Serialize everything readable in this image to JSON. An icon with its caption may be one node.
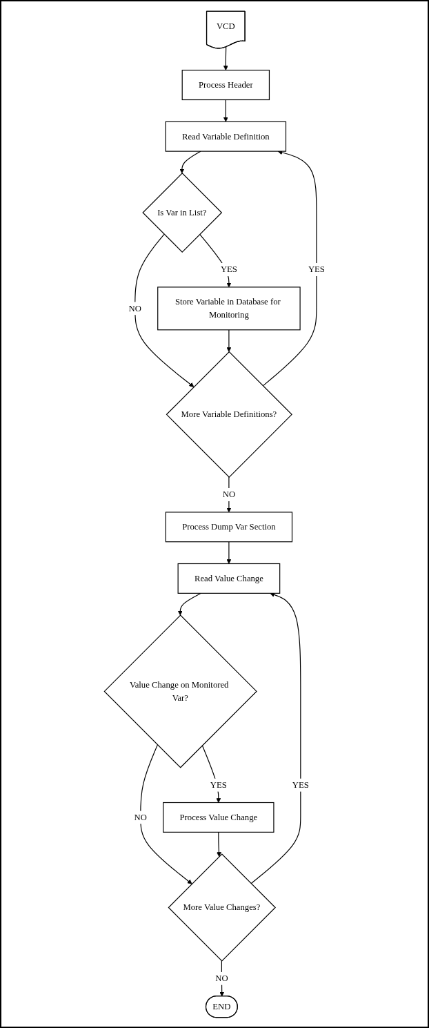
{
  "diagram": {
    "nodes": [
      {
        "text": [
          "VCD"
        ]
      },
      {
        "text": [
          "Process Header"
        ]
      },
      {
        "text": [
          "Read Variable Definition"
        ]
      },
      {
        "text": [
          "Is Var in List?"
        ]
      },
      {
        "text": [
          "Store Variable in Database for Monitoring"
        ]
      },
      {
        "text": [
          "More Variable Definitions?"
        ]
      },
      {
        "text": [
          "Process Dump Var Section"
        ]
      },
      {
        "text": [
          "Read Value Change"
        ]
      },
      {
        "text": [
          "Value Change on Monitored Var?"
        ]
      },
      {
        "text": [
          "Process Value Change"
        ]
      },
      {
        "text": [
          "More Value Changes?"
        ]
      },
      {
        "text": [
          "END"
        ]
      }
    ],
    "edges": [
      {
        "from": 0,
        "to": 1,
        "arrow": "to"
      },
      {
        "from": 1,
        "to": 2,
        "arrow": "to"
      },
      {
        "from": 2,
        "to": 3,
        "arrow": "to"
      },
      {
        "from": 3,
        "to": 4,
        "label": "YES",
        "arrow": "to"
      },
      {
        "from": 3,
        "to": 5,
        "label": "NO",
        "arrow": "to"
      },
      {
        "from": 4,
        "to": 5,
        "arrow": "to"
      },
      {
        "from": 5,
        "to": 2,
        "label": "YES",
        "arrow": "to"
      },
      {
        "from": 5,
        "to": 6,
        "label": "NO",
        "arrow": "to"
      },
      {
        "from": 6,
        "to": 7,
        "arrow": "to"
      },
      {
        "from": 7,
        "to": 8,
        "arrow": "to"
      },
      {
        "from": 8,
        "to": 9,
        "label": "YES",
        "arrow": "to"
      },
      {
        "from": 8,
        "to": 10,
        "label": "NO",
        "arrow": "to"
      },
      {
        "from": 9,
        "to": 10,
        "arrow": "to"
      },
      {
        "from": 10,
        "to": 7,
        "label": "YES",
        "arrow": "to"
      },
      {
        "from": 10,
        "to": 11,
        "label": "NO",
        "arrow": "to"
      }
    ]
  }
}
